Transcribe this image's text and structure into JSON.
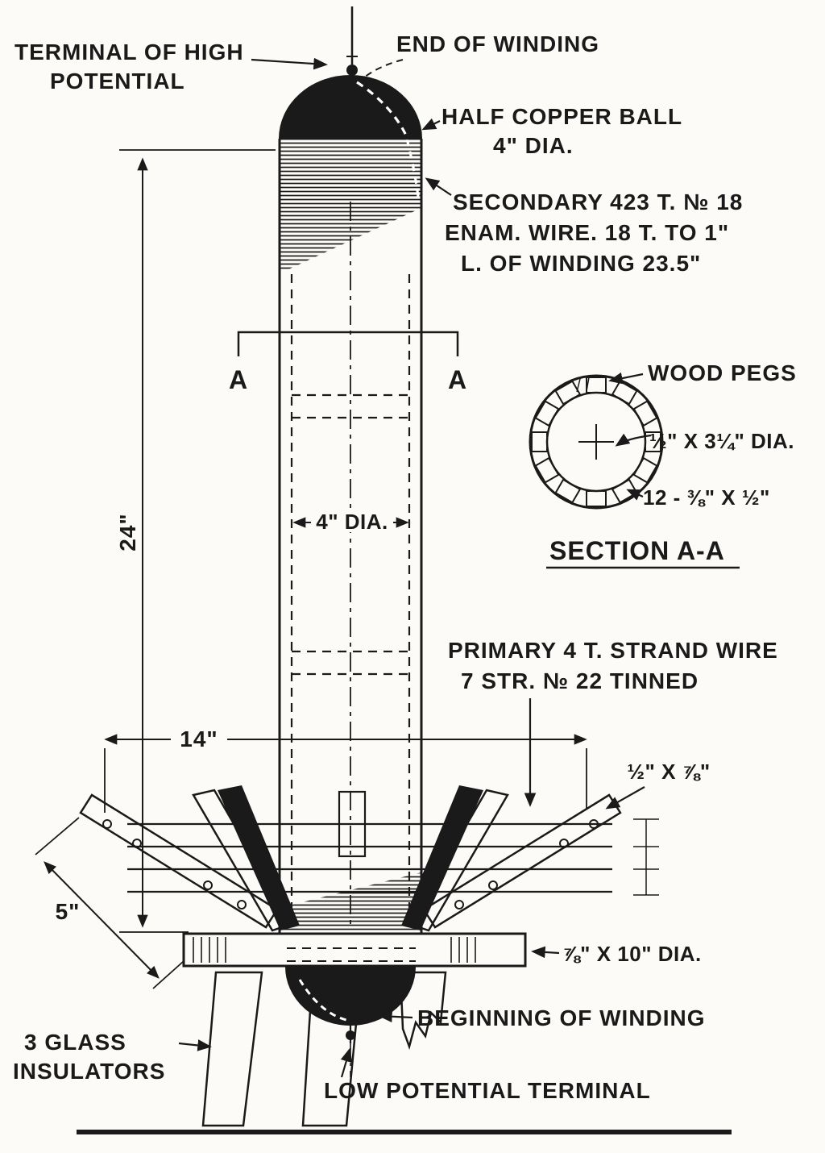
{
  "colors": {
    "ink": "#1a1a1a",
    "paper": "#fcfbf7",
    "highlight": "#ffffff"
  },
  "labels": {
    "terminal_high_1": "TERMINAL OF HIGH",
    "terminal_high_2": "POTENTIAL",
    "end_of_winding": "END OF WINDING",
    "half_ball_1": "HALF COPPER BALL",
    "half_ball_2": "4\" DIA.",
    "secondary_1": "SECONDARY 423 T. № 18",
    "secondary_2": "ENAM. WIRE. 18 T. TO 1\"",
    "secondary_3": "L. OF WINDING 23.5\"",
    "section_a_left": "A",
    "section_a_right": "A",
    "wood_pegs": "WOOD PEGS",
    "peg_core": "½\" X 3¼\" DIA.",
    "peg_strips": "12 - ⅜\" X ½\"",
    "section_title": "SECTION A-A",
    "dim_24": "24\"",
    "dim_4dia": "4\" DIA.",
    "primary_1": "PRIMARY 4 T. STRAND WIRE",
    "primary_2": "7 STR. № 22 TINNED",
    "dim_14": "14\"",
    "strip_size": "½\" X ⅞\"",
    "dim_5": "5\"",
    "base_disc": "⅞\" X 10\" DIA.",
    "beginning_of_winding": "BEGINNING OF WINDING",
    "glass_1": "3 GLASS",
    "glass_2": "INSULATORS",
    "low_potential": "LOW POTENTIAL TERMINAL"
  }
}
